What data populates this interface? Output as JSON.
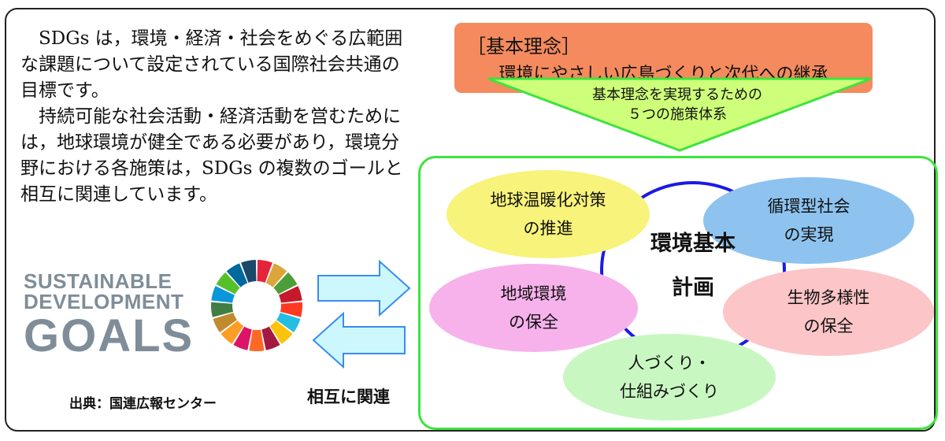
{
  "intro": {
    "paragraph1": "SDGs は，環境・経済・社会をめぐる広範囲な課題について設定されている国際社会共通の目標です。",
    "paragraph2": "持続可能な社会活動・経済活動を営むためには，地球環境が健全である必要があり，環境分野における各施策は，SDGs の複数のゴールと相互に関連しています。"
  },
  "sdg_logo": {
    "line1": "SUSTAINABLE",
    "line2": "DEVELOPMENT",
    "line3": "GOALS",
    "text_color": "#7f8d99",
    "goal_colors": [
      "#e5243b",
      "#dda63a",
      "#4c9f38",
      "#c5192d",
      "#ff3a21",
      "#26bde2",
      "#fcc30b",
      "#a21942",
      "#fd6925",
      "#dd1367",
      "#fd9d24",
      "#bf8b2e",
      "#3f7e44",
      "#0a97d9",
      "#56c02b",
      "#00689d",
      "#19486a"
    ]
  },
  "credit": "出典：国連広報センター",
  "mutual_label": "相互に関連",
  "principle": {
    "heading": "［基本理念］",
    "body": "環境にやさしい広島づくりと次代への継承",
    "color": "#f58a5e"
  },
  "triangle": {
    "line1": "基本理念を実現するための",
    "line2": "５つの施策体系",
    "color": "#ceff7a",
    "border_color": "#3ce43c"
  },
  "center": {
    "line1": "環境基本",
    "line2": "計画",
    "ring_color": "#1a1ae6"
  },
  "policies": [
    {
      "line1": "地球温暖化対策",
      "line2": "の推進",
      "color": "#f8f37a"
    },
    {
      "line1": "循環型社会",
      "line2": "の実現",
      "color": "#8ec3ef"
    },
    {
      "line1": "地域環境",
      "line2": "の保全",
      "color": "#f7b2ec"
    },
    {
      "line1": "生物多様性",
      "line2": "の保全",
      "color": "#fcc5c7"
    },
    {
      "line1": "人づくり・",
      "line2": "仕組みづくり",
      "color": "#c9f7c2"
    }
  ],
  "arrow_color": "#ccf8fd",
  "arrow_border": "#3b8cf0"
}
